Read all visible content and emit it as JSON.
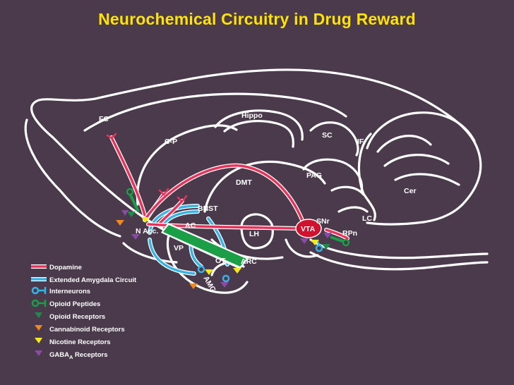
{
  "title": "Neurochemical Circuitry in Drug Reward",
  "regions": {
    "fc": "FC",
    "hippo": "Hippo",
    "cp": "C-P",
    "sc": "SC",
    "if": "IF",
    "dmt": "DMT",
    "pag": "PAG",
    "cer": "Cer",
    "bnst": "BNST",
    "ac": "AC",
    "nacc": "N Acc.",
    "snr": "SNr",
    "lc": "LC",
    "vta": "VTA",
    "lh": "LH",
    "rpn": "RPn",
    "vp": "VP",
    "ot": "OT",
    "arc": "ARC",
    "amg": "AMG"
  },
  "legend": {
    "dopamine": "Dopamine",
    "extended_amygdala": "Extended Amygdala Circuit",
    "interneurons": "Interneurons",
    "opioid_peptides": "Opioid Peptides",
    "opioid_receptors": "Opioid Receptors",
    "cannabinoid_receptors": "Cannabinoid Receptors",
    "nicotine_receptors": "Nicotine Receptors",
    "gaba_prefix": "GABA",
    "gaba_sub": "A",
    "gaba_suffix": " Receptors"
  },
  "colors": {
    "background": "#4a3a4c",
    "title": "#ffe400",
    "dopamine": "#e8325a",
    "extended_amygdala": "#36b4e6",
    "opioid_peptides": "#1a9e46",
    "opioid_receptor": "#1f8a4a",
    "cannabinoid_receptor": "#f08a1e",
    "nicotine_receptor": "#f6e81a",
    "gaba_receptor": "#8a4aa8",
    "vta_fill": "#d0122e"
  }
}
